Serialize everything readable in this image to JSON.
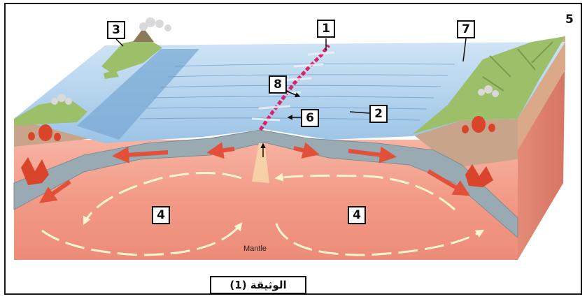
{
  "labels": {
    "l1": "1",
    "l2": "2",
    "l3": "3",
    "l4a": "4",
    "l4b": "4",
    "l5": "5",
    "l6": "6",
    "l7": "7",
    "l8": "8"
  },
  "mantle": "Mantle",
  "caption": "الوثيقة (1)",
  "colors": {
    "ocean": "#b9d7ef",
    "ocean_dark": "#6f9fcc",
    "plate": "#9aaab2",
    "mantle": "#f29a86",
    "ridge": "#d6246c",
    "arrow_red": "#e2503a",
    "flow_arrow": "#fff4d0",
    "land": "#9cc06a"
  },
  "icons": [
    "volcano-icon",
    "flow-arrow-icon",
    "plate-motion-arrow-icon",
    "pointer-arrow-icon"
  ]
}
